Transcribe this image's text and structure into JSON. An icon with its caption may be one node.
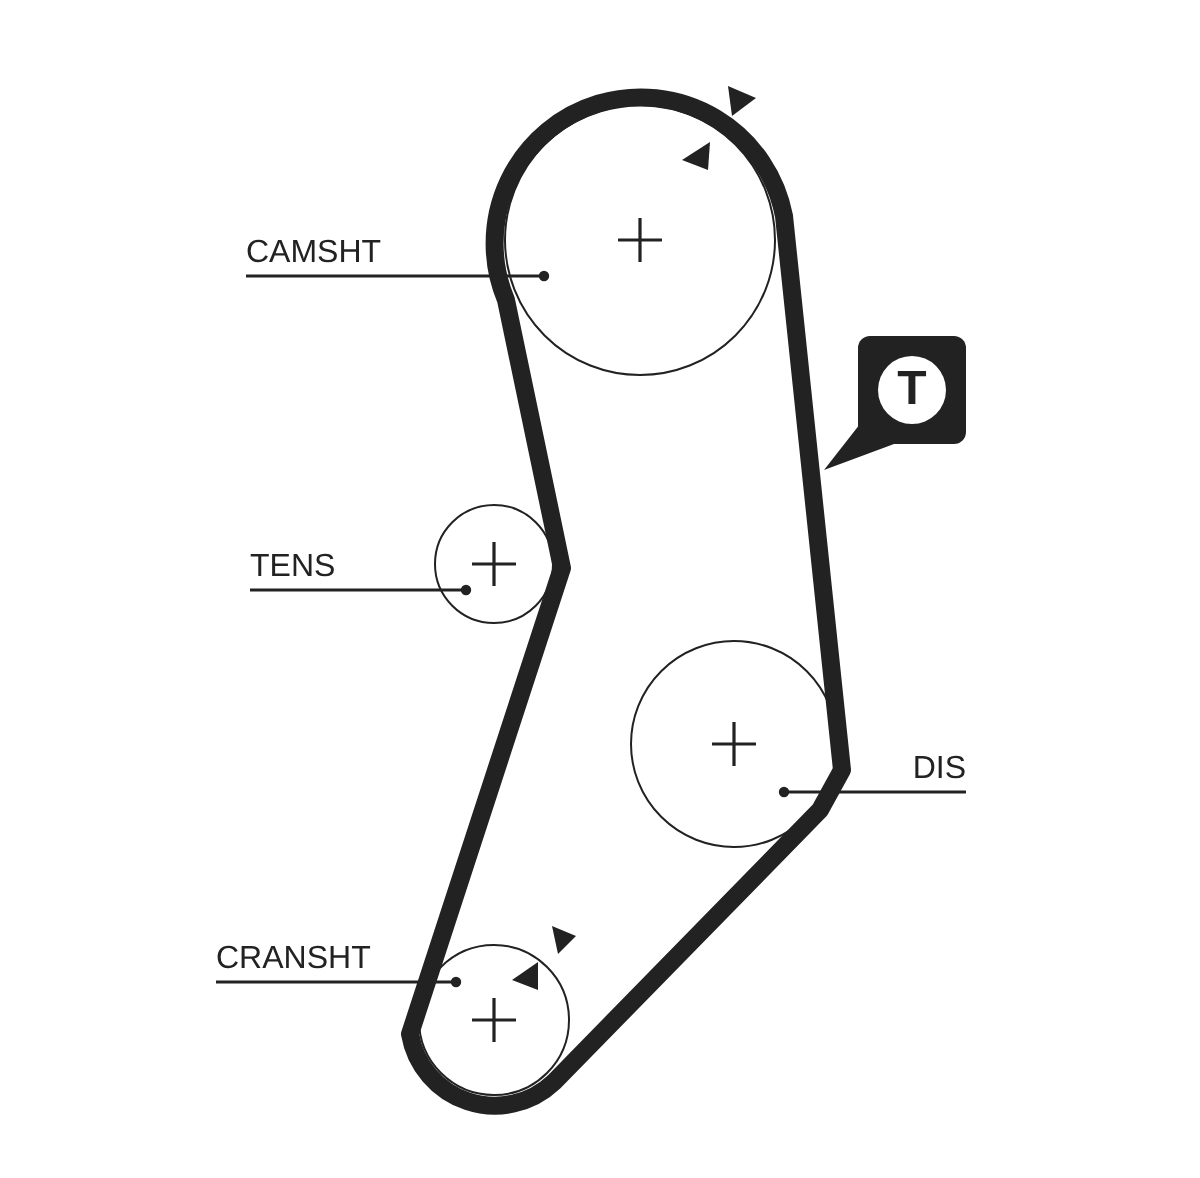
{
  "diagram": {
    "nodes": [
      {
        "text": [],
        "shape": "circle"
      },
      {
        "text": [
          "CAMSHT"
        ]
      },
      {
        "text": [
          "T"
        ]
      },
      {
        "text": [],
        "shape": "circle"
      },
      {
        "text": [
          "TENS"
        ]
      },
      {
        "text": [],
        "shape": "circle"
      },
      {
        "text": [
          "DIS"
        ]
      },
      {
        "text": [],
        "shape": "circle"
      },
      {
        "text": [
          "CRANSHT"
        ]
      }
    ],
    "edges": [
      {
        "from": 1,
        "to": 0,
        "arrow": "other"
      },
      {
        "from": 4,
        "to": 3,
        "arrow": "other"
      },
      {
        "from": 6,
        "to": 5,
        "arrow": "other"
      },
      {
        "from": 8,
        "to": 7,
        "arrow": "other"
      }
    ]
  }
}
